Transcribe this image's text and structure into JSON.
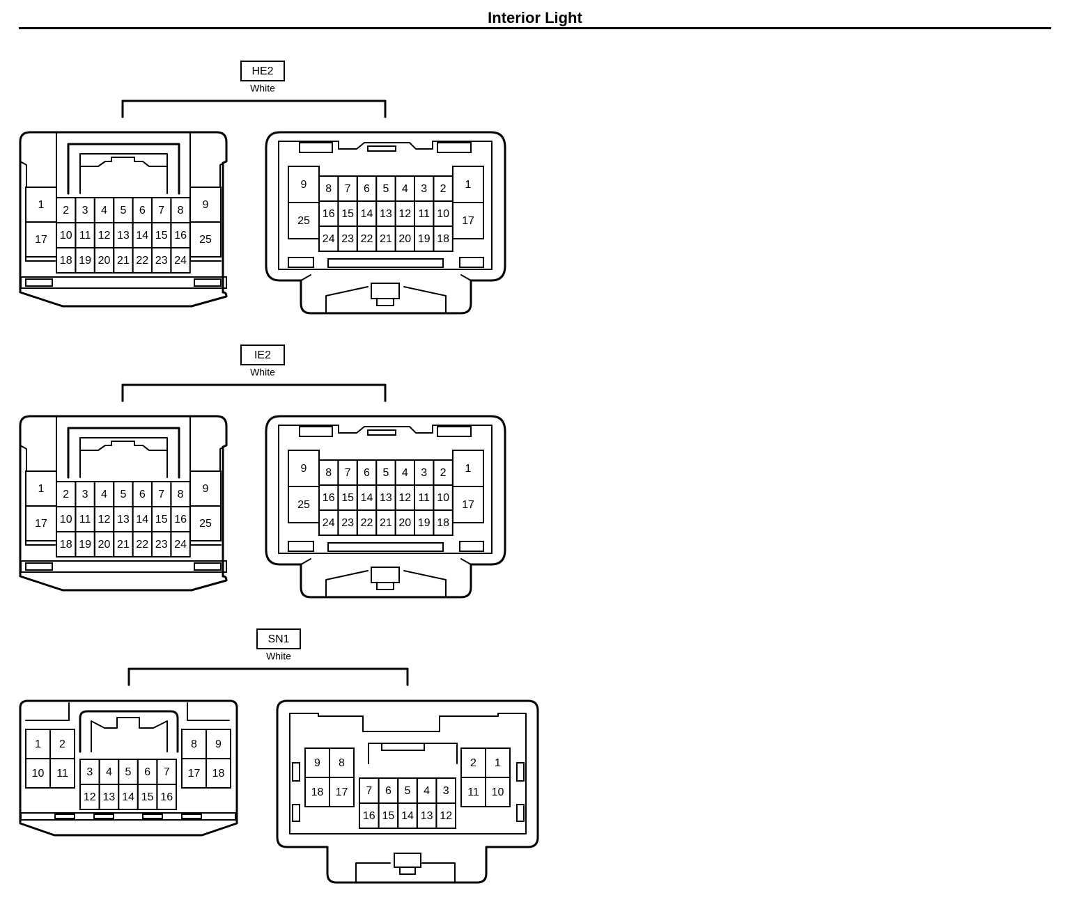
{
  "page": {
    "title": "Interior Light"
  },
  "connectors": [
    {
      "code": "HE2",
      "color": "White",
      "left_view": {
        "side_pins": {
          "left": [
            "1",
            "17"
          ],
          "right": [
            "9",
            "25"
          ]
        },
        "grid_rows": [
          [
            "2",
            "3",
            "4",
            "5",
            "6",
            "7",
            "8"
          ],
          [
            "10",
            "11",
            "12",
            "13",
            "14",
            "15",
            "16"
          ],
          [
            "18",
            "19",
            "20",
            "21",
            "22",
            "23",
            "24"
          ]
        ]
      },
      "right_view": {
        "side_pins": {
          "left": [
            "9",
            "25"
          ],
          "right": [
            "1",
            "17"
          ]
        },
        "grid_rows": [
          [
            "8",
            "7",
            "6",
            "5",
            "4",
            "3",
            "2"
          ],
          [
            "16",
            "15",
            "14",
            "13",
            "12",
            "11",
            "10"
          ],
          [
            "24",
            "23",
            "22",
            "21",
            "20",
            "19",
            "18"
          ]
        ]
      }
    },
    {
      "code": "IE2",
      "color": "White",
      "left_view": {
        "side_pins": {
          "left": [
            "1",
            "17"
          ],
          "right": [
            "9",
            "25"
          ]
        },
        "grid_rows": [
          [
            "2",
            "3",
            "4",
            "5",
            "6",
            "7",
            "8"
          ],
          [
            "10",
            "11",
            "12",
            "13",
            "14",
            "15",
            "16"
          ],
          [
            "18",
            "19",
            "20",
            "21",
            "22",
            "23",
            "24"
          ]
        ]
      },
      "right_view": {
        "side_pins": {
          "left": [
            "9",
            "25"
          ],
          "right": [
            "1",
            "17"
          ]
        },
        "grid_rows": [
          [
            "8",
            "7",
            "6",
            "5",
            "4",
            "3",
            "2"
          ],
          [
            "16",
            "15",
            "14",
            "13",
            "12",
            "11",
            "10"
          ],
          [
            "24",
            "23",
            "22",
            "21",
            "20",
            "19",
            "18"
          ]
        ]
      }
    },
    {
      "code": "SN1",
      "color": "White",
      "left_view": {
        "blocks": {
          "left": [
            [
              "1",
              "2"
            ],
            [
              "10",
              "11"
            ]
          ],
          "center": [
            [
              "3",
              "4",
              "5",
              "6",
              "7"
            ],
            [
              "12",
              "13",
              "14",
              "15",
              "16"
            ]
          ],
          "right": [
            [
              "8",
              "9"
            ],
            [
              "17",
              "18"
            ]
          ]
        }
      },
      "right_view": {
        "blocks": {
          "left": [
            [
              "9",
              "8"
            ],
            [
              "18",
              "17"
            ]
          ],
          "center": [
            [
              "7",
              "6",
              "5",
              "4",
              "3"
            ],
            [
              "16",
              "15",
              "14",
              "13",
              "12"
            ]
          ],
          "right": [
            [
              "2",
              "1"
            ],
            [
              "11",
              "10"
            ]
          ]
        }
      }
    }
  ]
}
